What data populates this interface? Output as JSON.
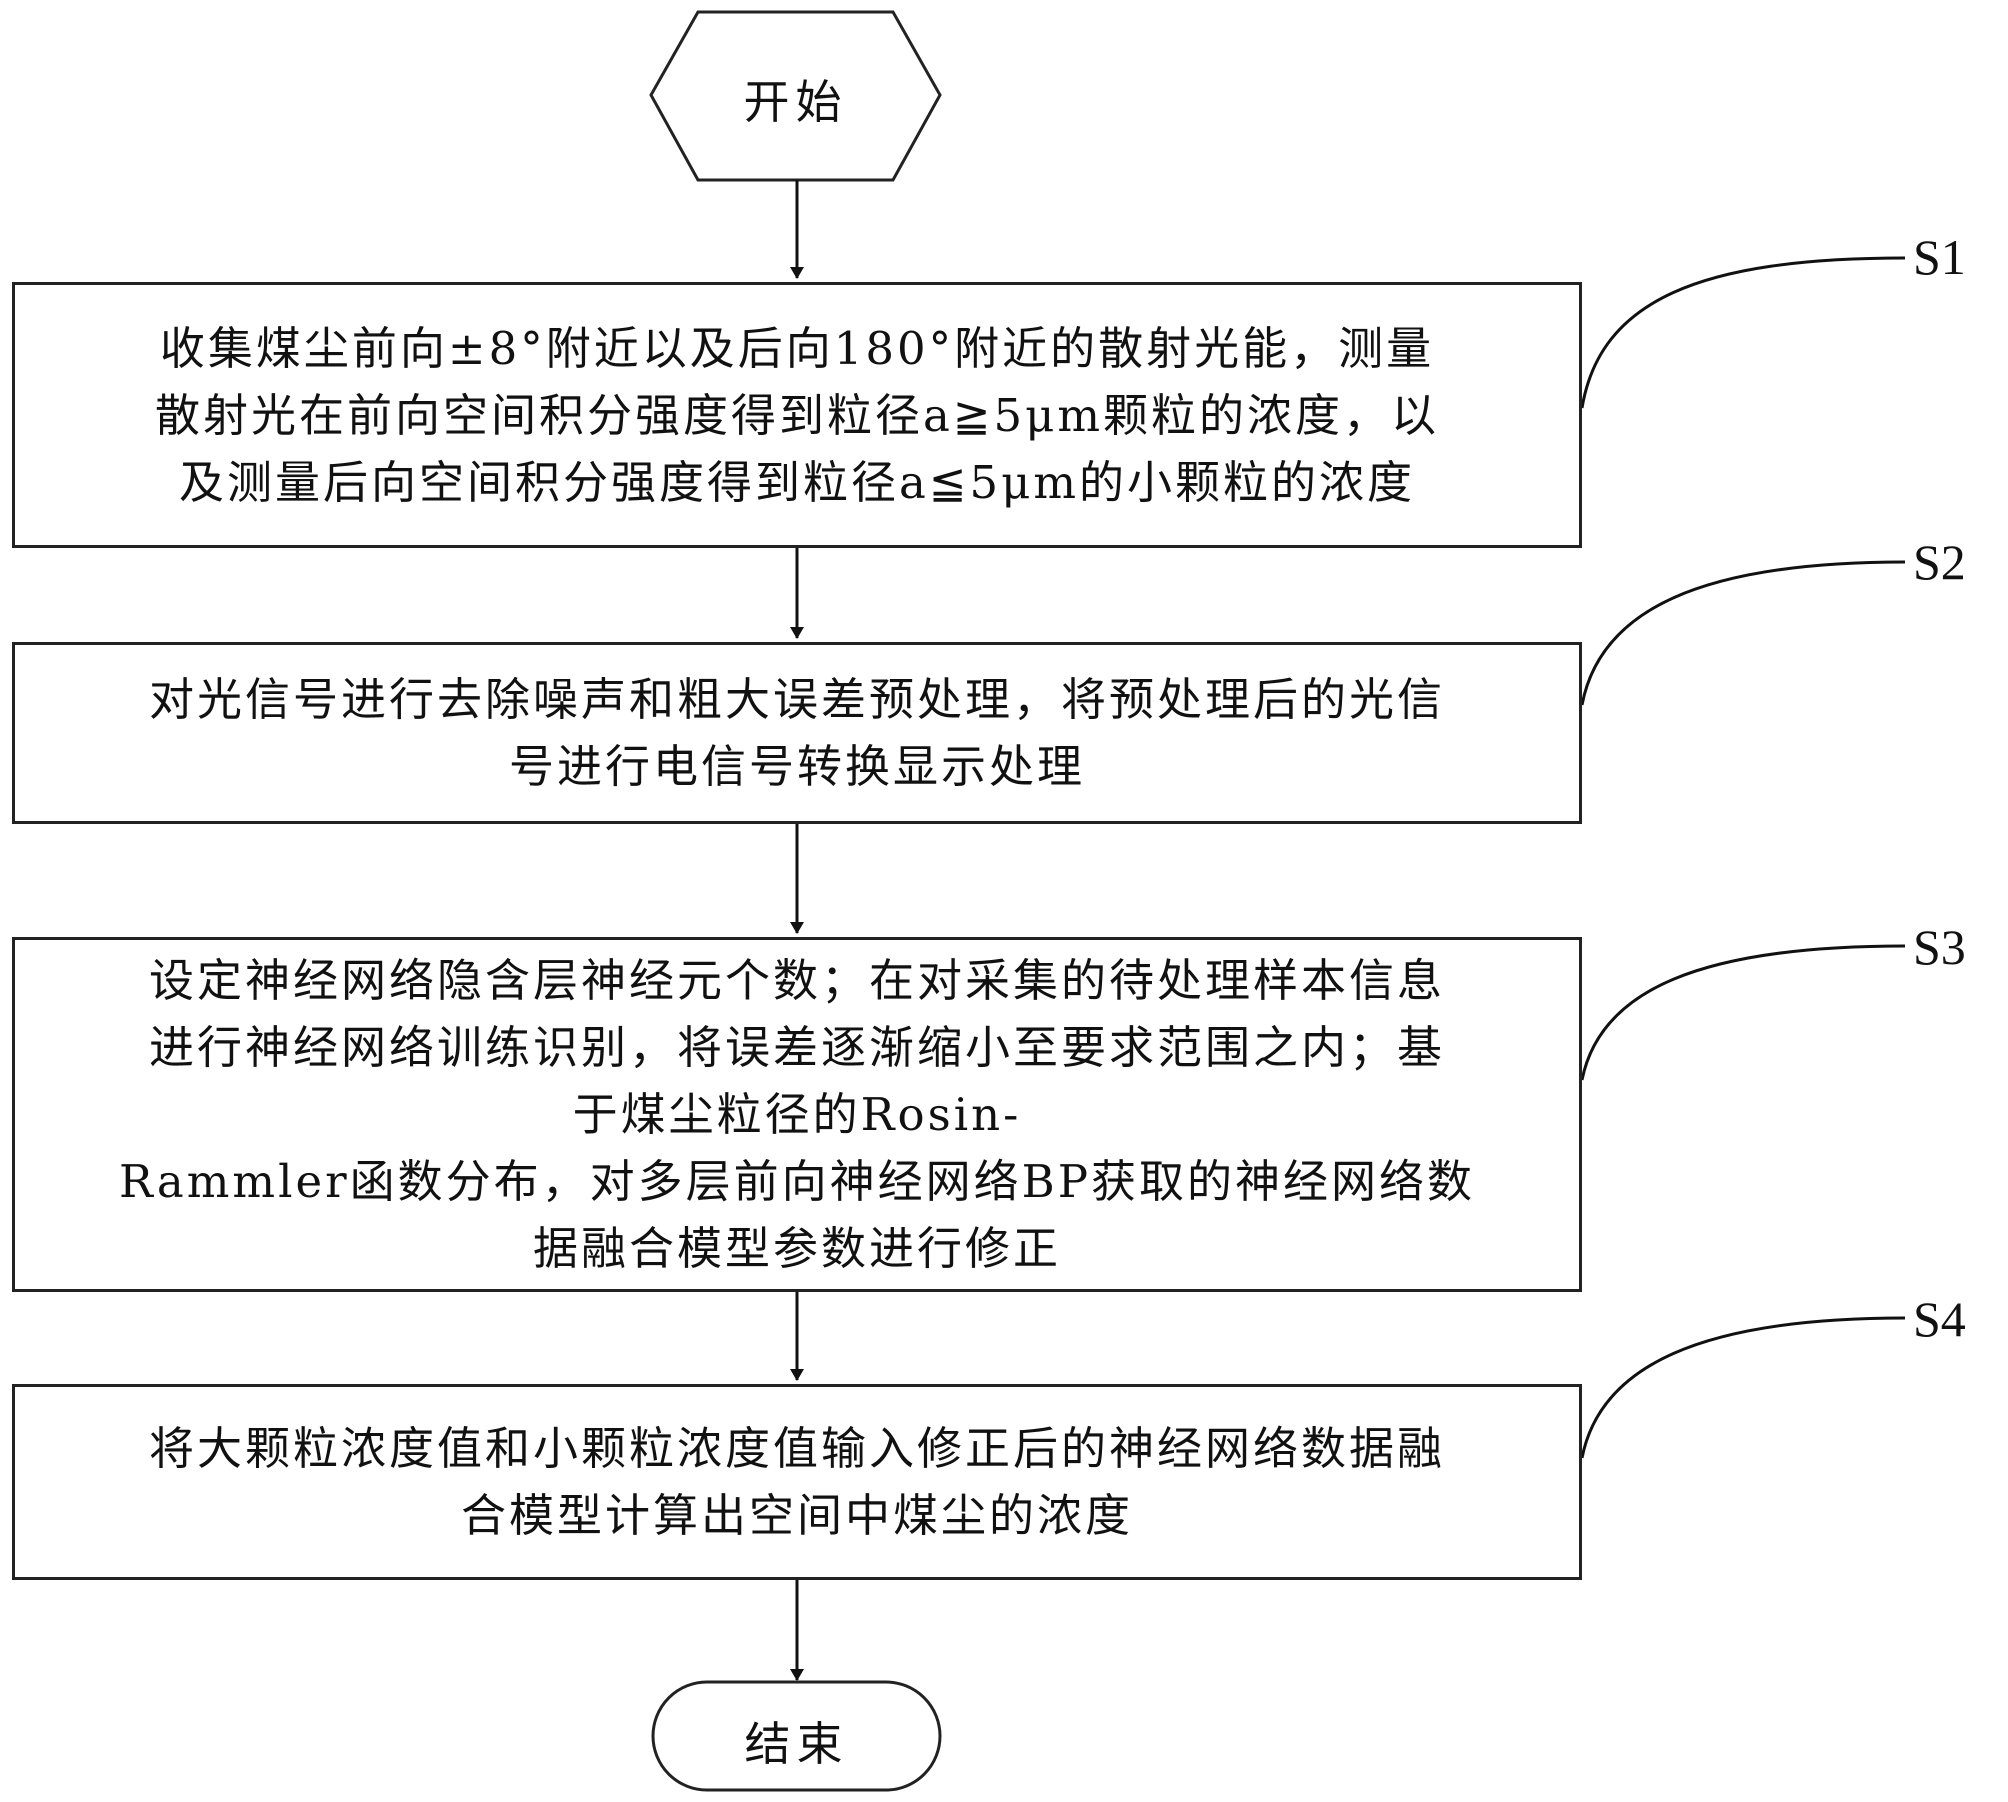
{
  "start": {
    "label": "开始"
  },
  "end": {
    "label": "结束"
  },
  "steps": [
    {
      "id": "S1",
      "lines": [
        "收集煤尘前向±8°附近以及后向180°附近的散射光能，测量",
        "散射光在前向空间积分强度得到粒径a≧5μm颗粒的浓度，以",
        "及测量后向空间积分强度得到粒径a≦5μm的小颗粒的浓度"
      ]
    },
    {
      "id": "S2",
      "lines": [
        "对光信号进行去除噪声和粗大误差预处理，将预处理后的光信",
        "号进行电信号转换显示处理"
      ]
    },
    {
      "id": "S3",
      "lines": [
        "设定神经网络隐含层神经元个数；在对采集的待处理样本信息",
        "进行神经网络训练识别，将误差逐渐缩小至要求范围之内；基",
        "于煤尘粒径的Rosin-",
        "Rammler函数分布，对多层前向神经网络BP获取的神经网络数",
        "据融合模型参数进行修正"
      ]
    },
    {
      "id": "S4",
      "lines": [
        "将大颗粒浓度值和小颗粒浓度值输入修正后的神经网络数据融",
        "合模型计算出空间中煤尘的浓度"
      ]
    }
  ]
}
